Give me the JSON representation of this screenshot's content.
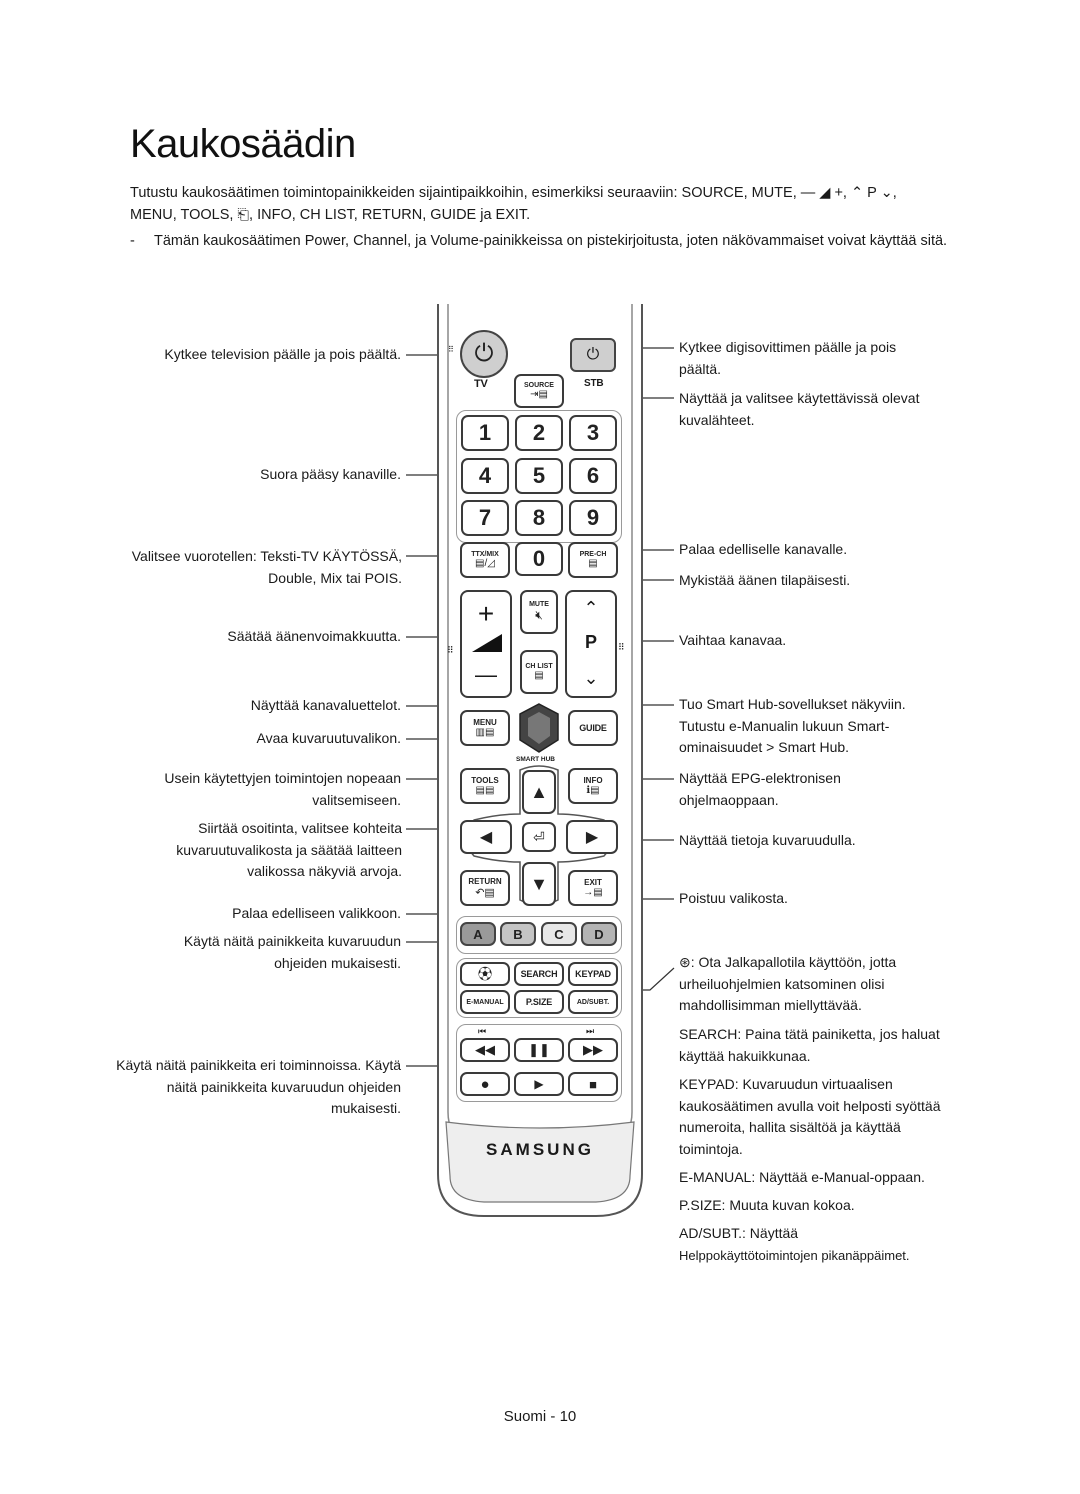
{
  "title": "Kaukosäädin",
  "intro": {
    "line1": "Tutustu kaukosäätimen toimintopainikkeiden sijaintipaikkoihin, esimerkiksi seuraaviin: SOURCE, MUTE, — ◢ +, ⌃ P ⌄,",
    "line2": "MENU, TOOLS, ⎗, INFO, CH LIST, RETURN, GUIDE ja EXIT."
  },
  "note": {
    "dash": "-",
    "text": "Tämän kaukosäätimen Power, Channel, ja Volume-painikkeissa on pistekirjoitusta, joten näkövammaiset voivat käyttää sitä."
  },
  "left_labels": {
    "power": "Kytkee television päälle ja pois päältä.",
    "direct": "Suora pääsy kanaville.",
    "ttx": "Valitsee vuorotellen: Teksti-TV KÄYTÖSSÄ, Double, Mix tai POIS.",
    "volume": "Säätää äänenvoimakkuutta.",
    "chlist": "Näyttää kanavaluettelot.",
    "menu": "Avaa kuvaruutuvalikon.",
    "tools": "Usein käytettyjen toimintojen nopeaan valitsemiseen.",
    "nav": "Siirtää osoitinta, valitsee kohteita kuvaruutuvalikosta ja säätää laitteen valikossa näkyviä arvoja.",
    "return": "Palaa edelliseen valikkoon.",
    "color": "Käytä näitä painikkeita kuvaruudun ohjeiden mukaisesti.",
    "media": "Käytä näitä painikkeita eri toiminnoissa. Käytä näitä painikkeita kuvaruudun ohjeiden mukaisesti."
  },
  "right_labels": {
    "stb": "Kytkee digisovittimen päälle ja pois päältä.",
    "source": "Näyttää ja valitsee käytettävissä olevat kuvalähteet.",
    "prech": "Palaa edelliselle kanavalle.",
    "mute": "Mykistää äänen tilapäisesti.",
    "channel": "Vaihtaa kanavaa.",
    "smarthub": "Tuo Smart Hub-sovellukset näkyviin. Tutustu e-Manualin lukuun Smart-ominaisuudet > Smart Hub.",
    "guide": "Näyttää EPG-elektronisen ohjelmaoppaan.",
    "info": "Näyttää tietoja kuvaruudulla.",
    "exit": "Poistuu valikosta.",
    "football": "⊛: Ota Jalkapallotila käyttöön, jotta urheiluohjelmien katsominen olisi mahdollisimman miellyttävää.",
    "search": "SEARCH: Paina tätä painiketta, jos haluat käyttää hakuikkunaa.",
    "keypad": "KEYPAD: Kuvaruudun virtuaalisen kaukosäätimen avulla voit helposti syöttää numeroita, hallita sisältöä ja käyttää toimintoja.",
    "emanual": "E-MANUAL: Näyttää e-Manual-oppaan.",
    "psize": "P.SIZE: Muuta kuvan kokoa.",
    "adsubt1": "AD/SUBT.: Näyttää",
    "adsubt2": "Helppokäyttötoimintojen pikanäppäimet."
  },
  "remote": {
    "tv": "TV",
    "source": "SOURCE",
    "stb": "STB",
    "digits": [
      "1",
      "2",
      "3",
      "4",
      "5",
      "6",
      "7",
      "8",
      "9"
    ],
    "ttx": "TTX/MIX",
    "zero": "0",
    "prech": "PRE-CH",
    "plus": "+",
    "minus": "—",
    "mute": "MUTE",
    "chlist": "CH LIST",
    "p": "P",
    "menu": "MENU",
    "guide": "GUIDE",
    "smarthub": "SMART HUB",
    "tools": "TOOLS",
    "info": "INFO",
    "return": "RETURN",
    "exit": "EXIT",
    "colors": [
      "A",
      "B",
      "C",
      "D"
    ],
    "search": "SEARCH",
    "keypad": "KEYPAD",
    "emanual": "E-MANUAL",
    "psize": "P.SIZE",
    "adsubt": "AD/SUBT.",
    "brand": "SAMSUNG"
  },
  "footer": "Suomi - 10"
}
